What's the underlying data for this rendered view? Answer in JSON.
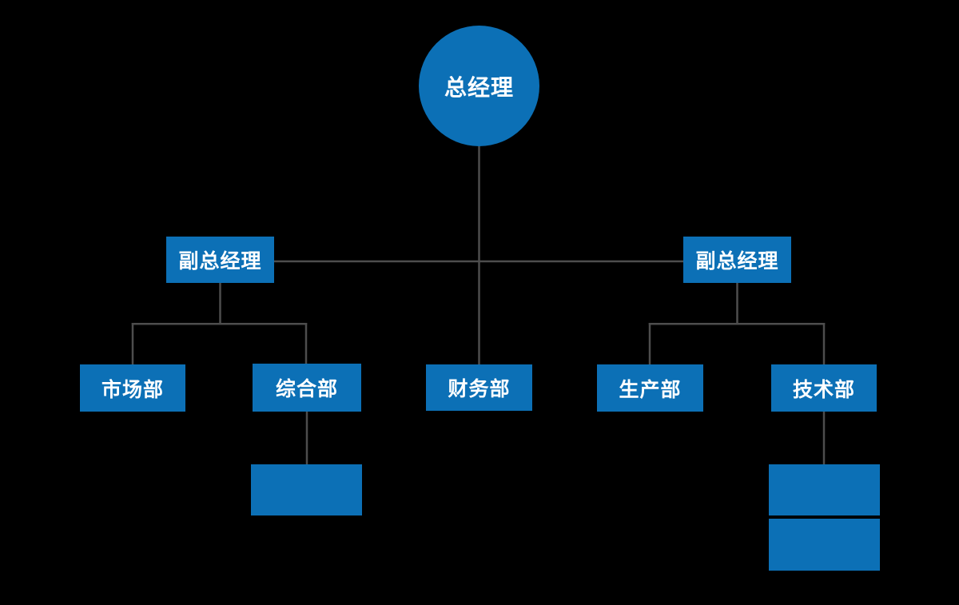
{
  "diagram": {
    "type": "org-chart",
    "colors": {
      "background": "#000000",
      "node_fill": "#0C70B6",
      "node_text": "#FFFFFF",
      "connector": "#4D4D4D"
    },
    "nodes": [
      {
        "id": "general-manager",
        "label": "总经理",
        "shape": "circle"
      },
      {
        "id": "deputy-manager-left",
        "label": "副总经理",
        "shape": "rect"
      },
      {
        "id": "deputy-manager-right",
        "label": "副总经理",
        "shape": "rect"
      },
      {
        "id": "marketing-dept",
        "label": "市场部",
        "shape": "rect"
      },
      {
        "id": "general-affairs-dept",
        "label": "综合部",
        "shape": "rect"
      },
      {
        "id": "finance-dept",
        "label": "财务部",
        "shape": "rect"
      },
      {
        "id": "production-dept",
        "label": "生产部",
        "shape": "rect"
      },
      {
        "id": "technology-dept",
        "label": "技术部",
        "shape": "rect"
      },
      {
        "id": "general-affairs-sub",
        "label": "",
        "shape": "rect"
      },
      {
        "id": "technology-sub-1",
        "label": "",
        "shape": "rect"
      },
      {
        "id": "technology-sub-2",
        "label": "",
        "shape": "rect"
      }
    ],
    "edges": [
      {
        "from": "general-manager",
        "to": "deputy-manager-left"
      },
      {
        "from": "general-manager",
        "to": "finance-dept"
      },
      {
        "from": "general-manager",
        "to": "deputy-manager-right"
      },
      {
        "from": "deputy-manager-left",
        "to": "marketing-dept"
      },
      {
        "from": "deputy-manager-left",
        "to": "general-affairs-dept"
      },
      {
        "from": "general-affairs-dept",
        "to": "general-affairs-sub"
      },
      {
        "from": "deputy-manager-right",
        "to": "production-dept"
      },
      {
        "from": "deputy-manager-right",
        "to": "technology-dept"
      },
      {
        "from": "technology-dept",
        "to": "technology-sub-1"
      }
    ]
  }
}
